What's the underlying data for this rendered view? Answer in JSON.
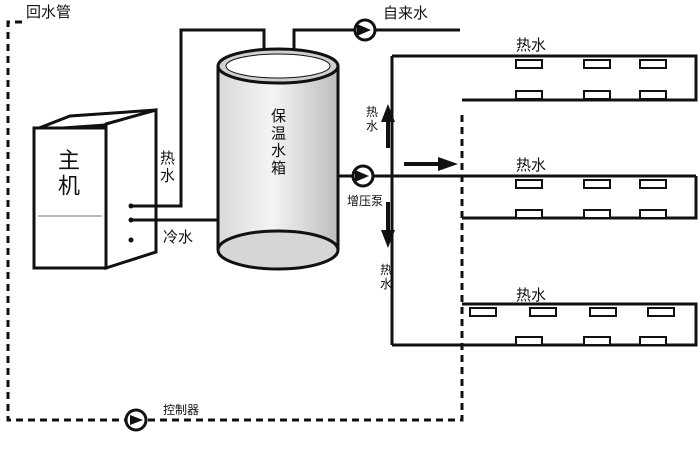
{
  "labels": {
    "return_pipe": "回水管",
    "tap_water": "自来水",
    "main_unit": "主机",
    "tank": "保温水箱",
    "hot_unit": "热水",
    "cold_water": "冷水",
    "hot_up": "热水",
    "hot_down": "热水",
    "booster_pump": "增压泵",
    "controller": "控制器",
    "branch_1": "热水",
    "branch_2": "热水",
    "branch_3": "热水"
  }
}
